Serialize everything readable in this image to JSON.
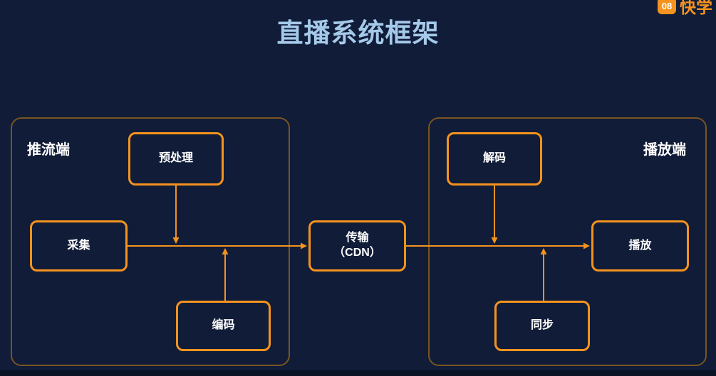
{
  "title": "直播系统框架",
  "logo": {
    "icon_text": "08",
    "brand_text": "快学"
  },
  "colors": {
    "background": "#101C38",
    "accent_orange": "#F5931E",
    "container_border": "#7A5420",
    "title_color": "#A5C9E9",
    "node_text": "#FFFFFF"
  },
  "diagram": {
    "push_section": {
      "label": "推流端",
      "nodes": {
        "preprocess": "预处理",
        "capture": "采集",
        "encode": "编码"
      }
    },
    "transport": {
      "line1": "传输",
      "line2": "（CDN）"
    },
    "play_section": {
      "label": "播放端",
      "nodes": {
        "decode": "解码",
        "play": "播放",
        "sync": "同步"
      }
    }
  }
}
